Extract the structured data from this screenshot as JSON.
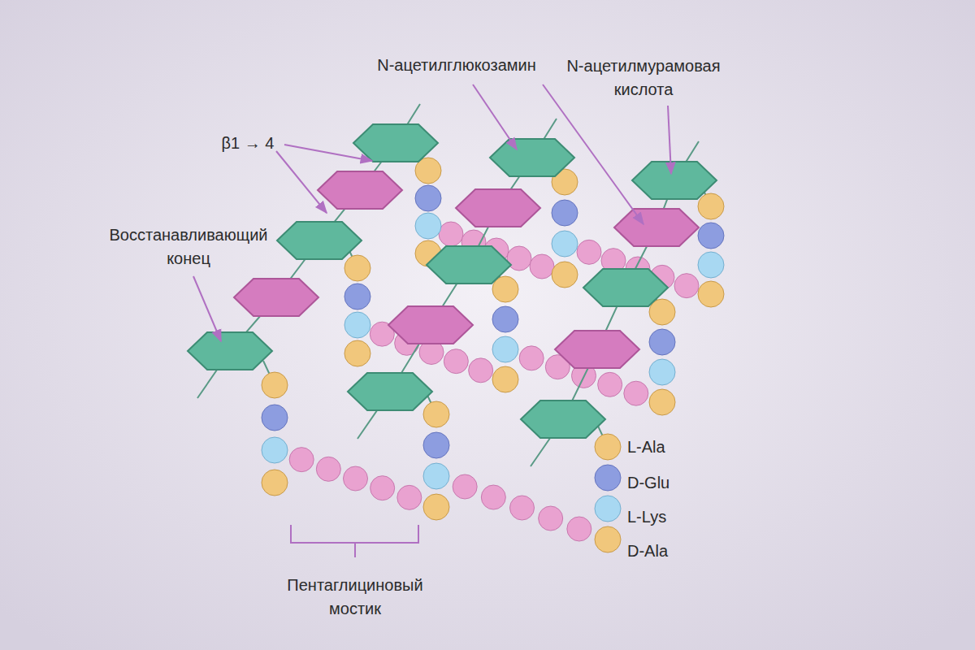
{
  "diagram": {
    "labels": [
      "N-ацетилглюкозамин",
      "N-ацетилмурамовая кислота",
      "β1 → 4",
      "Восстанавливающий конец",
      "Пентаглициновый мостик",
      "L-Ala",
      "D-Glu",
      "L-Lys",
      "D-Ala"
    ]
  }
}
